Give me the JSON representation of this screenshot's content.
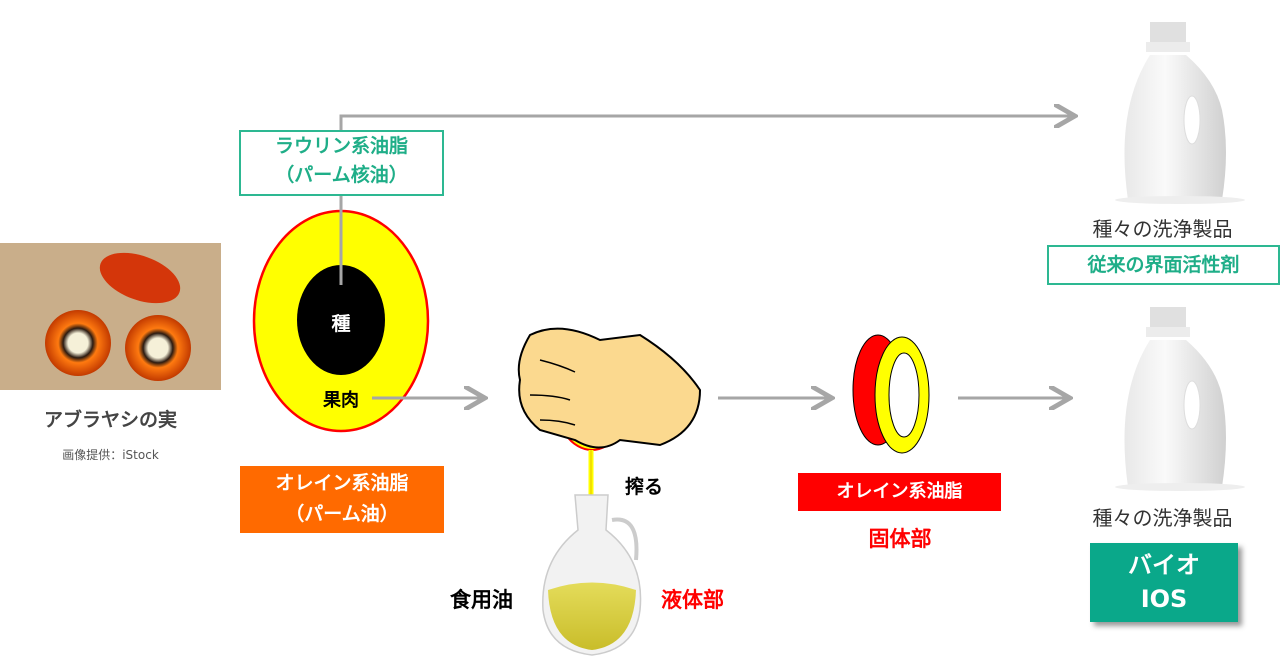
{
  "fruit": {
    "label": "アブラヤシの実",
    "credit": "画像提供：iStock",
    "seed": "種",
    "flesh": "果肉"
  },
  "lauric": {
    "line1": "ラウリン系油脂",
    "line2": "（パーム核油）"
  },
  "oleic": {
    "line1": "オレイン系油脂",
    "line2": "（パーム油）"
  },
  "press": {
    "label": "搾る",
    "edible_oil": "食用油",
    "liquid": "液体部"
  },
  "solid": {
    "box": "オレイン系油脂",
    "label": "固体部"
  },
  "products": {
    "top_label": "種々の洗浄製品",
    "top_tag": "従来の界面活性剤",
    "bottom_label": "種々の洗浄製品",
    "bottom_tag_line1": "バイオ",
    "bottom_tag_line2": "IOS"
  },
  "colors": {
    "teal": "#1fae88",
    "orange": "#ff6a00",
    "red": "#ff0000",
    "yellow": "#ffff00",
    "arrow": "#a6a6a6",
    "ios": "#0aa88a"
  }
}
